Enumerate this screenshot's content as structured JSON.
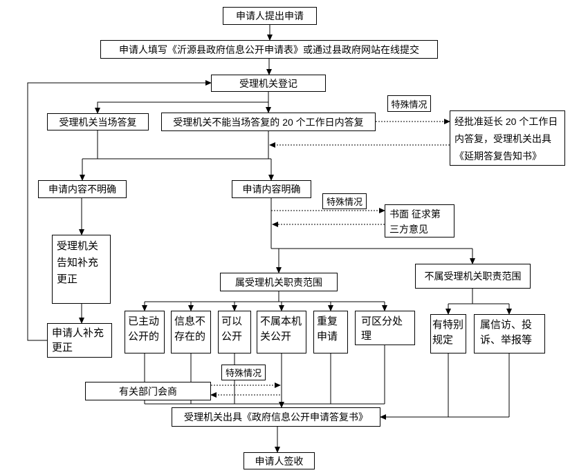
{
  "colors": {
    "line": "#000000",
    "box_border": "#000000",
    "box_background": "#ffffff",
    "text": "#000000",
    "page_background": "#ffffff"
  },
  "nodes": {
    "submit": {
      "label": "申请人提出申请"
    },
    "fill_form": {
      "label": "申请人填写《沂源县政府信息公开申请表》或通过县政府网站在线提交"
    },
    "register": {
      "label": "受理机关登记"
    },
    "onsite_reply": {
      "label": "受理机关当场答复"
    },
    "reply_20days": {
      "label": "受理机关不能当场答复的 20 个工作日内答复"
    },
    "special_case_1": {
      "label": "特殊情况"
    },
    "extension": {
      "label": "经批准延长 20 个工作日内答复，受理机关出具《延期答复告知书》"
    },
    "unclear": {
      "label": "申请内容不明确"
    },
    "clear": {
      "label": "申请内容明确"
    },
    "special_case_2": {
      "label": "特殊情况"
    },
    "third_party": {
      "label": "书面 征求第三方意见"
    },
    "notify_supplement": {
      "label": "受理机关告知补充更正"
    },
    "in_scope": {
      "label": "属受理机关职责范围"
    },
    "out_scope": {
      "label": "不属受理机关职责范围"
    },
    "supplement": {
      "label": "申请人补充更正"
    },
    "already_public": {
      "label": "已主动公开的"
    },
    "not_exist": {
      "label": "信息不存在的"
    },
    "can_public": {
      "label": "可以公开"
    },
    "not_this_org": {
      "label": "不属本机关公开"
    },
    "repeat_request": {
      "label": "重复申请"
    },
    "separable": {
      "label": "可区分处理"
    },
    "special_rule": {
      "label": "有特别规定"
    },
    "petition": {
      "label": "属信访、投诉、举报等"
    },
    "special_case_3": {
      "label": "特殊情况"
    },
    "consult": {
      "label": "有关部门会商"
    },
    "reply_doc": {
      "label": "受理机关出具《政府信息公开申请答复书》"
    },
    "sign": {
      "label": "申请人签收"
    }
  }
}
